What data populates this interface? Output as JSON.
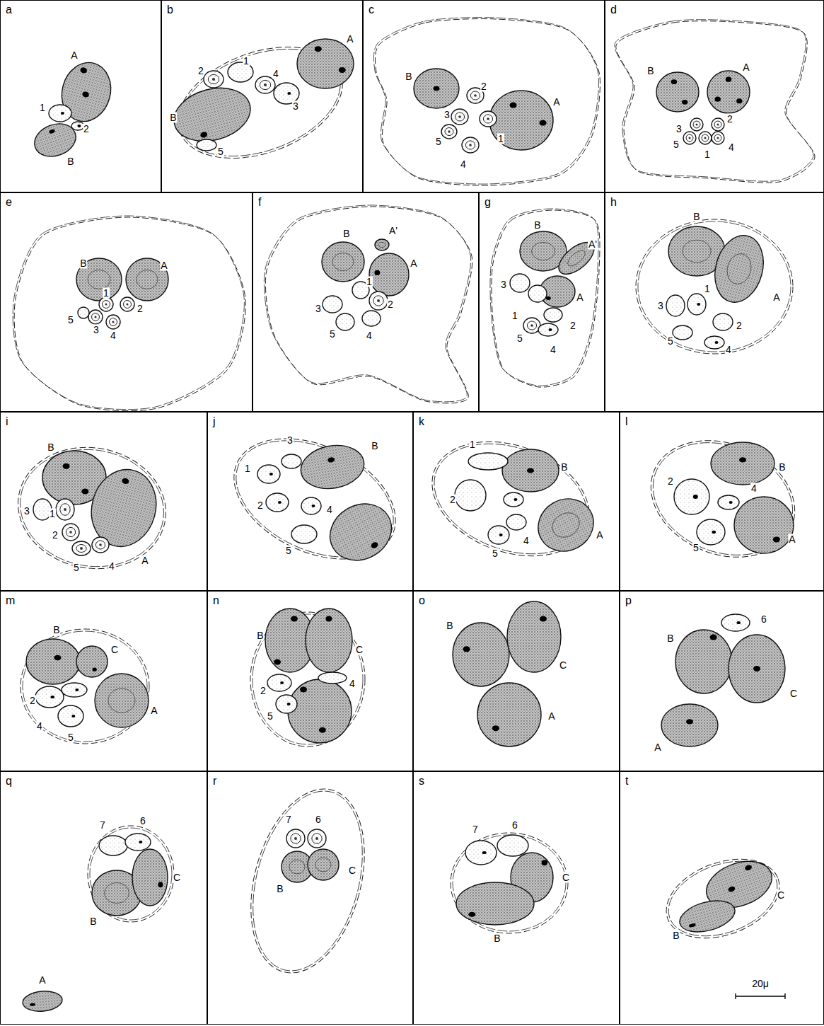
{
  "diagram": {
    "nodes": [
      {
        "text": [
          "a"
        ]
      },
      {
        "text": [
          "b"
        ]
      },
      {
        "text": [
          "c"
        ]
      },
      {
        "text": [
          "d"
        ]
      },
      {
        "text": [
          "e"
        ]
      },
      {
        "text": [
          "f"
        ]
      },
      {
        "text": [
          "g"
        ]
      },
      {
        "text": [
          "h"
        ]
      },
      {
        "text": [
          "i"
        ]
      },
      {
        "text": [
          "j"
        ]
      },
      {
        "text": [
          "k"
        ]
      },
      {
        "text": [
          "l"
        ]
      },
      {
        "text": [
          "m"
        ]
      },
      {
        "text": [
          "n"
        ]
      },
      {
        "text": [
          "o"
        ]
      },
      {
        "text": [
          "p"
        ]
      },
      {
        "text": [
          "q"
        ]
      },
      {
        "text": [
          "r"
        ]
      },
      {
        "text": [
          "s"
        ]
      },
      {
        "text": [
          "t"
        ]
      }
    ],
    "labels": [
      "A",
      "1",
      "2",
      "B",
      "1",
      "A",
      "2",
      "4",
      "3",
      "B",
      "5",
      "B",
      "A",
      "2",
      "3",
      "1",
      "5",
      "4",
      "B",
      "A",
      "3",
      "2",
      "5",
      "1",
      "4",
      "B",
      "A",
      "1",
      "2",
      "5",
      "3",
      "4",
      "B",
      "A'",
      "A",
      "1",
      "3",
      "2",
      "5",
      "4",
      "B",
      "A'",
      "3",
      "A",
      "1",
      "2",
      "5",
      "4",
      "B",
      "A",
      "3",
      "1",
      "2",
      "5",
      "4",
      "B",
      "3",
      "1",
      "A",
      "2",
      "5",
      "4",
      "1",
      "3",
      "B",
      "2",
      "4",
      "5",
      "1",
      "B",
      "2",
      "A",
      "5",
      "4",
      "B",
      "4",
      "2",
      "5",
      "A",
      "B",
      "C",
      "2",
      "4",
      "5",
      "A",
      "B",
      "C",
      "4",
      "2",
      "5",
      "B",
      "C",
      "A",
      "6",
      "B",
      "C",
      "A",
      "7",
      "6",
      "C",
      "B",
      "A",
      "7",
      "6",
      "C",
      "B",
      "7",
      "6",
      "C",
      "B",
      "C",
      "B",
      "20μ"
    ]
  }
}
